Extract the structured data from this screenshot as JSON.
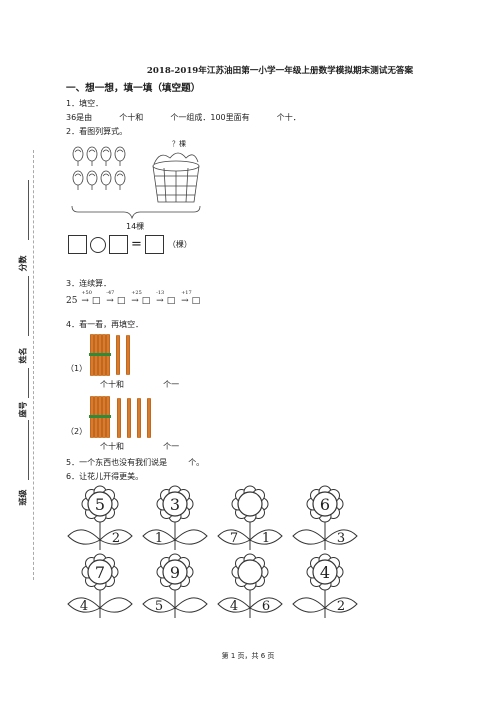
{
  "header": {
    "title": "2018-2019年江苏油田第一小学一年级上册数学模拟期末测试无答案"
  },
  "section": {
    "title": "一、想一想，填一填（填空题）"
  },
  "sidebar": {
    "labels": [
      "分数",
      "姓名",
      "座号",
      "班级"
    ]
  },
  "questions": {
    "q1": {
      "num": "1．",
      "text": "填空．"
    },
    "q1_line": {
      "p1": "36是由",
      "p2": "个十和",
      "p3": "个一组成．100里面有",
      "p4": "个十．"
    },
    "q2": {
      "num": "2．",
      "text": "看图列算式。"
    },
    "q2_basket_label": "？棵",
    "q2_total_label": "14棵",
    "q2_unit": "（棵）",
    "q3": {
      "num": "3．",
      "text": "连续算．"
    },
    "q3_chain": {
      "start": "25",
      "ops": [
        "+50",
        "-47",
        "+25",
        "-13",
        "+17"
      ]
    },
    "q4": {
      "num": "4．",
      "text": "看一看，再填空．"
    },
    "q4_parts": [
      {
        "label": "（1）",
        "blank1": "个十和",
        "blank2": "个一"
      },
      {
        "label": "（2）",
        "blank1": "个十和",
        "blank2": "个一"
      }
    ],
    "q5": {
      "num": "5．",
      "text": "一个东西也没有我们说是",
      "after": "个。"
    },
    "q6": {
      "num": "6．",
      "text": "让花儿开得更美。"
    }
  },
  "flowers": [
    {
      "top": "5",
      "left": "",
      "right": "2"
    },
    {
      "top": "3",
      "left": "1",
      "right": ""
    },
    {
      "top": "",
      "left": "7",
      "right": "1"
    },
    {
      "top": "6",
      "left": "",
      "right": "3"
    },
    {
      "top": "7",
      "left": "4",
      "right": ""
    },
    {
      "top": "9",
      "left": "5",
      "right": ""
    },
    {
      "top": "",
      "left": "4",
      "right": "6"
    },
    {
      "top": "4",
      "left": "",
      "right": "2"
    }
  ],
  "footer": {
    "text": "第 1 页，共 6 页"
  }
}
